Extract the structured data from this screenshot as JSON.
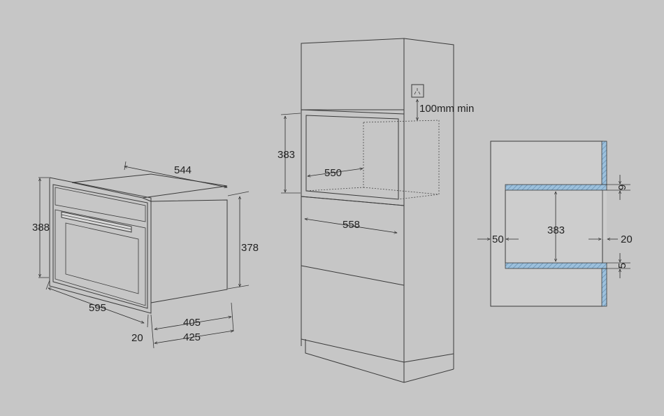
{
  "colors": {
    "background": "#c6c6c6",
    "panel": "#cdcdcd",
    "line": "#3a3a3a",
    "hatch": "#8fb6d6"
  },
  "oven": {
    "height": "388",
    "width": "595",
    "depth": "544",
    "body_height": "378",
    "depth_a": "405",
    "depth_b": "425",
    "door": "20"
  },
  "cabinet": {
    "niche_height": "383",
    "niche_width": "550",
    "base_width": "558",
    "vent_gap": "100mm  min"
  },
  "section": {
    "back_gap": "50",
    "niche_height": "383",
    "front": "20",
    "top": "9",
    "bottom": "5"
  }
}
